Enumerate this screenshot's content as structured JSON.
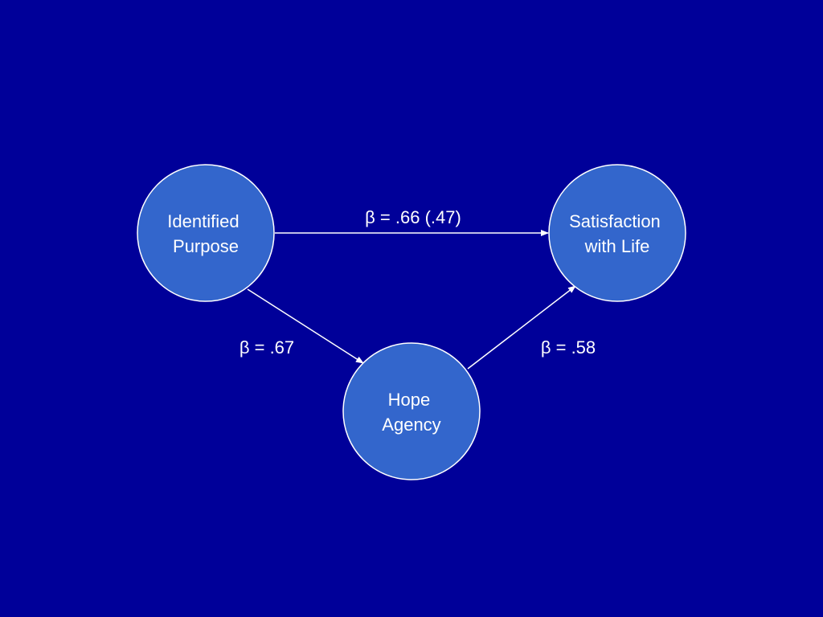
{
  "colors": {
    "background": "#000099",
    "node_fill": "#3366CC",
    "node_stroke": "#ffffff",
    "edge": "#ffffff",
    "text": "#ffffff"
  },
  "nodes": {
    "identified_purpose": {
      "line1": "Identified",
      "line2": "Purpose"
    },
    "satisfaction_with_life": {
      "line1": "Satisfaction",
      "line2": "with Life"
    },
    "hope_agency": {
      "line1": "Hope",
      "line2": "Agency"
    }
  },
  "edges": {
    "purpose_to_satisfaction": {
      "label": "β = .66 (.47)"
    },
    "purpose_to_hope": {
      "label": "β = .67"
    },
    "hope_to_satisfaction": {
      "label": "β = .58"
    }
  }
}
